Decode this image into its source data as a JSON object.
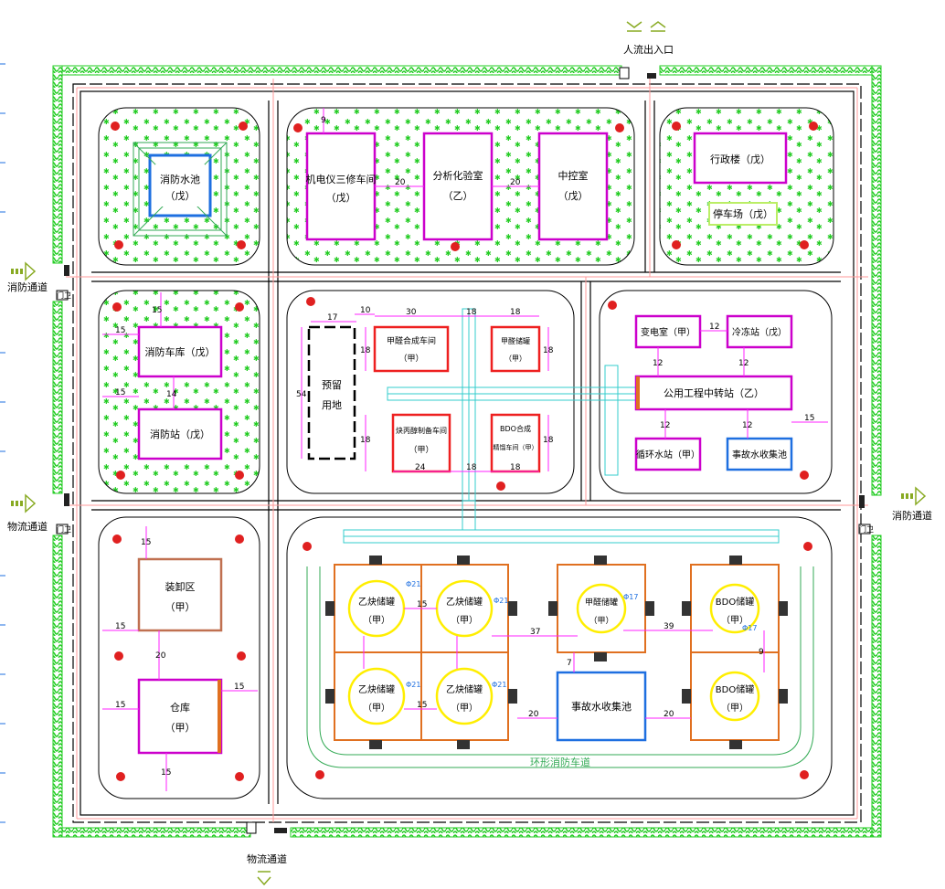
{
  "colors": {
    "green_wall": "#22cc22",
    "road_line": "#000000",
    "magenta": "#ff22ff",
    "purple_border": "#cc00cc",
    "orange_border": "#e07020",
    "blue_border": "#1e6fe0",
    "red_border": "#ee2020",
    "cyan_pipe": "#33cccc",
    "yellow_circle": "#ffee00",
    "pink_road": "#ff9999",
    "hydrant_red": "#e02020",
    "lightgreen_box": "#bbee66"
  },
  "entrances": {
    "people": "人流出入口",
    "fire_left": "消防通道",
    "fire_right": "消防通道",
    "logistics_left": "物流通道",
    "logistics_bottom": "物流通道"
  },
  "gates": {
    "guard": "门卫"
  },
  "road_ring_label": "环形消防车道",
  "buildings": {
    "fire_pool": {
      "name": "消防水池",
      "class": "（戊）"
    },
    "repair_shop": {
      "name": "机电仪三修车间",
      "class": "（戊）"
    },
    "lab": {
      "name": "分析化验室",
      "class": "（乙）"
    },
    "control": {
      "name": "中控室",
      "class": "（戊）"
    },
    "admin": {
      "name": "行政楼（戊）"
    },
    "parking": {
      "name": "停车场（戊）"
    },
    "fire_garage": {
      "name": "消防车库（戊）"
    },
    "fire_station": {
      "name": "消防站（戊）"
    },
    "reserved": {
      "name1": "预留",
      "name2": "用地"
    },
    "methanol_synth": {
      "name": "甲醛合成车间",
      "class": "（甲）"
    },
    "methanol_tank_bldg": {
      "name": "甲醛储罐",
      "class": "（甲）"
    },
    "acetylene_prep": {
      "name": "炔丙醇制备车间",
      "class": "（甲）"
    },
    "bdo_synth": {
      "name1": "BDO合成",
      "name2": "精馏车间（甲）"
    },
    "substation": {
      "name": "变电室（甲）"
    },
    "cold": {
      "name": "冷冻站（戊）"
    },
    "utility": {
      "name": "公用工程中转站（乙）"
    },
    "circulating": {
      "name": "循环水站（甲）"
    },
    "accident_small": {
      "name": "事故水收集池"
    },
    "loading": {
      "name": "装卸区",
      "class": "（甲）"
    },
    "warehouse": {
      "name": "仓库",
      "class": "（甲）"
    },
    "accident_big": {
      "name": "事故水收集池"
    }
  },
  "tanks": [
    {
      "name": "乙炔储罐",
      "class": "（甲）",
      "dia": "Φ21"
    },
    {
      "name": "乙炔储罐",
      "class": "（甲）",
      "dia": "Φ21"
    },
    {
      "name": "乙炔储罐",
      "class": "（甲）",
      "dia": "Φ21"
    },
    {
      "name": "乙炔储罐",
      "class": "（甲）",
      "dia": "Φ21"
    },
    {
      "name": "甲醛储罐",
      "class": "（甲）",
      "dia": "Φ17"
    },
    {
      "name": "BDO储罐",
      "class": "（甲）",
      "dia": "Φ17"
    },
    {
      "name": "BDO储罐",
      "class": "（甲）",
      "dia": ""
    }
  ],
  "dims": {
    "d9": "9",
    "d20a": "20",
    "d20b": "20",
    "d15a": "15",
    "d15b": "15",
    "d14": "14",
    "d15c": "15",
    "d17": "17",
    "d10": "10",
    "d30": "30",
    "d18a": "18",
    "d18b": "18",
    "d54": "54",
    "d18c": "18",
    "d18d": "18",
    "d18e": "18",
    "d18f": "18",
    "d24": "24",
    "d18g": "18",
    "d18h": "18",
    "d12a": "12",
    "d12b": "12",
    "d12c": "12",
    "d12d": "12",
    "d12e": "12",
    "d15d": "15",
    "d15e": "15",
    "d20c": "20",
    "d15f": "15",
    "d15g": "15",
    "d15h": "15",
    "d15i": "15",
    "d15j": "15",
    "d15k": "15",
    "d37": "37",
    "d39": "39",
    "d7": "7",
    "d20d": "20",
    "d20e": "20",
    "d9b": "9"
  }
}
